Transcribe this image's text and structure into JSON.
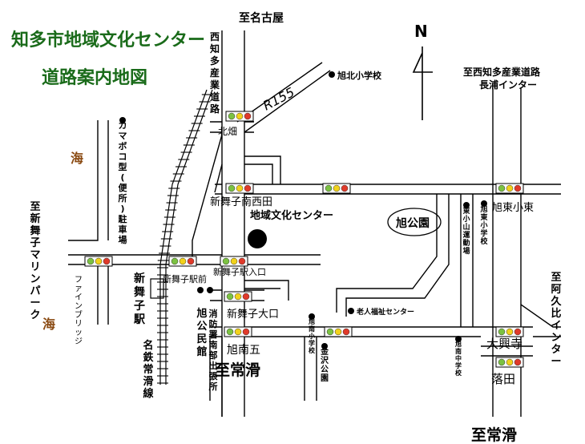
{
  "title_line1": "知多市地域文化センター",
  "title_line2": "道路案内地図",
  "compass": "N",
  "route": "R155",
  "colors": {
    "title": "#1a6b1a",
    "sea": "#8a4a12",
    "light_green": "#7cc242",
    "light_yellow": "#f2d21b",
    "light_red": "#e03a2a"
  },
  "directions": {
    "to_nagoya": "至名古屋",
    "to_nagaura": [
      "至西知多産業道路",
      "長浦インター"
    ],
    "to_marine_park": "至新舞子マリンパーク",
    "to_agui": "至阿久比インター",
    "to_tokoname_1": "至常滑",
    "to_tokoname_2": "至常滑"
  },
  "roads": {
    "nishichita": "西知多産業道路",
    "meitetsu": "名鉄常滑線"
  },
  "sea": [
    "海",
    "海"
  ],
  "intersections": {
    "kitabata": "北畑",
    "shinmaiko_nannishi": "新舞子南西田",
    "asahi_kohigashi": "旭東小東",
    "shinmaiko_ekimae": "新舞子駅前",
    "shinmaiko_ekiiriguchi": "新舞子駅入口",
    "shinmaiko_oguchi": "新舞子大口",
    "asahi_nan_go": "旭南五",
    "daikoji": "大興寺",
    "ochida": "落田"
  },
  "stations": {
    "shinmaiko": "新舞子駅"
  },
  "landmarks": {
    "center": "地域文化センター",
    "park": "旭公園",
    "asahi_kita_school": "旭北小学校",
    "kamaboko_parking": "カマボコ型(便所)駐車場",
    "fine_bridge": "ファインブリッジ",
    "higashi_koyama_ground": "東小山運動場",
    "asahi_higashi_school": "旭東小学校",
    "elderly_center": "老人福祉センター",
    "asahi_minami_school": "旭南小学校",
    "kanazawa_park": "金沢公園",
    "asahi_minami_jhs": "旭南中学校",
    "asahi_kominkan": "旭公民館",
    "fire_station": "消防署南部出張所"
  }
}
